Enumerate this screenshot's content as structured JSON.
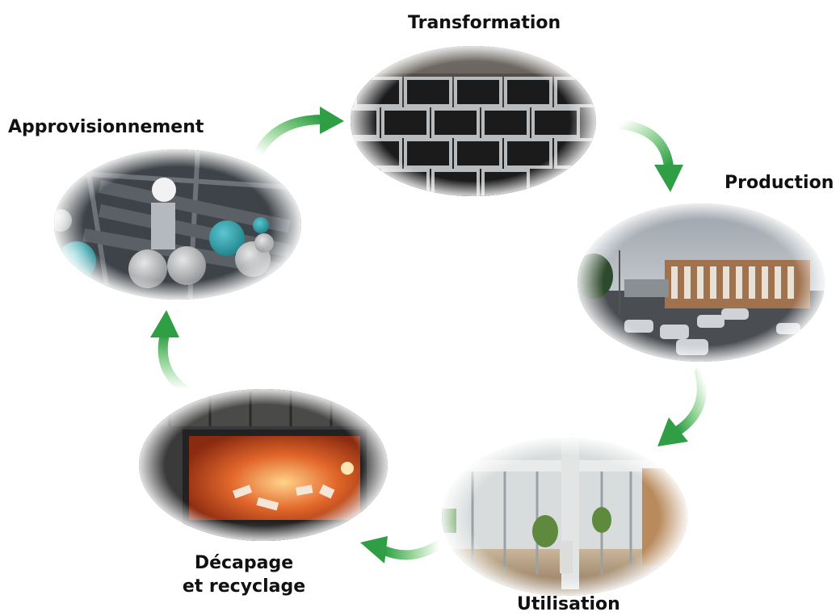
{
  "stages": {
    "transformation": {
      "label": "Transformation",
      "icon": "aluminium-profiles-photo"
    },
    "production": {
      "label": "Production",
      "icon": "factory-building-photo"
    },
    "utilisation": {
      "label": "Utilisation",
      "icon": "glass-office-partition-photo"
    },
    "decapage": {
      "label_line1": "Décapage",
      "label_line2": "et recyclage",
      "icon": "furnace-recycling-photo"
    },
    "approvisionnement": {
      "label": "Approvisionnement",
      "icon": "aluminium-billets-photo"
    }
  },
  "colors": {
    "arrow": "#3fae4e",
    "arrow_light": "#c8ecc8",
    "label": "#111111"
  },
  "flow": [
    "approvisionnement",
    "transformation",
    "production",
    "utilisation",
    "decapage",
    "approvisionnement"
  ]
}
